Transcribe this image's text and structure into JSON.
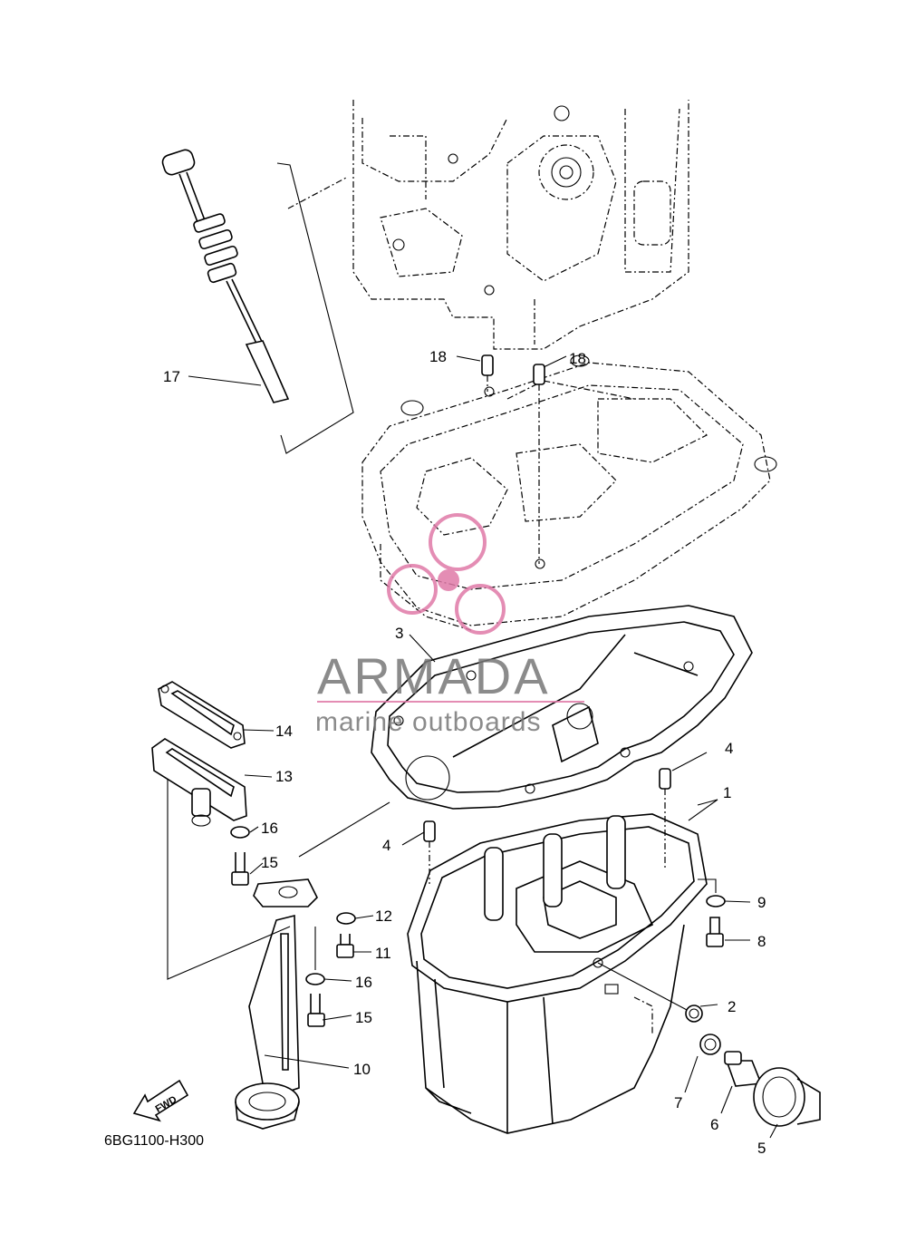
{
  "diagram": {
    "code": "6BG1100-H300",
    "fwd_label": "FWD",
    "callouts": {
      "c1": "1",
      "c2": "2",
      "c3": "3",
      "c4a": "4",
      "c4b": "4",
      "c5": "5",
      "c6": "6",
      "c7": "7",
      "c8": "8",
      "c9": "9",
      "c10": "10",
      "c11": "11",
      "c12": "12",
      "c13": "13",
      "c14": "14",
      "c15a": "15",
      "c15b": "15",
      "c16a": "16",
      "c16b": "16",
      "c17": "17",
      "c18a": "18",
      "c18b": "18"
    }
  },
  "watermark": {
    "brand": "ARMADA",
    "tagline": "marine outboards",
    "color": "#777777",
    "accent": "#e07aa8"
  }
}
